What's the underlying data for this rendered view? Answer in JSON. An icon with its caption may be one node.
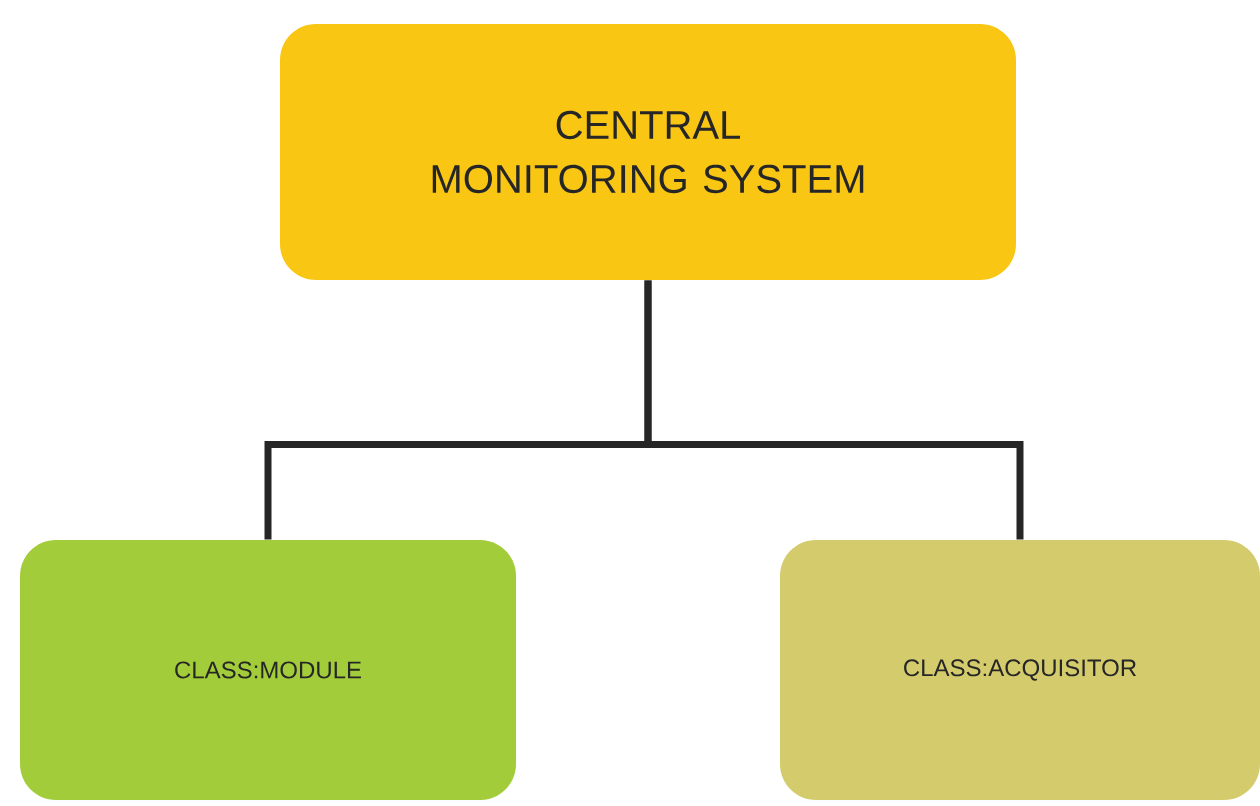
{
  "diagram": {
    "nodes": [
      {
        "text": [
          "CENTRAL MONITORING SYSTEM"
        ]
      },
      {
        "text": [
          "CLASS:MODULE"
        ]
      },
      {
        "text": [
          "CLASS:ACQUISITOR"
        ]
      }
    ],
    "edges": [
      {
        "from": 0,
        "to": 1,
        "arrow": "none"
      },
      {
        "from": 0,
        "to": 2,
        "arrow": "none"
      }
    ]
  }
}
